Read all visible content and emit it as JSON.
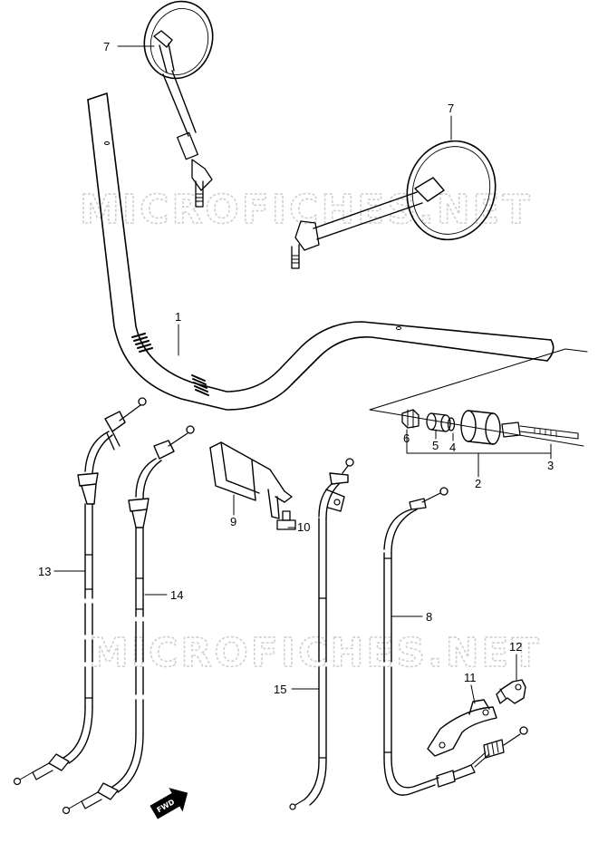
{
  "watermark": "MICROFICHES.NET",
  "fwd_label": "FWD",
  "labels": {
    "p1": "1",
    "p2": "2",
    "p3": "3",
    "p4": "4",
    "p5": "5",
    "p6": "6",
    "p7a": "7",
    "p7b": "7",
    "p8": "8",
    "p9": "9",
    "p10": "10",
    "p11": "11",
    "p12": "12",
    "p13": "13",
    "p14": "14",
    "p15": "15"
  }
}
